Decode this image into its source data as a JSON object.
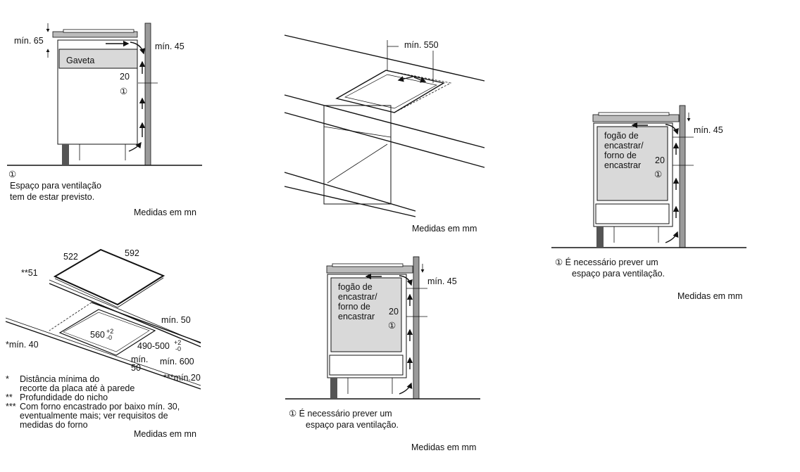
{
  "panel_drawer": {
    "min65": "mín. 65",
    "min45": "mín. 45",
    "drawer": "Gaveta",
    "gap": "20",
    "marker": "①",
    "note_marker": "①",
    "note_line1": "Espaço para ventilação",
    "note_line2": "tem de estar previsto.",
    "units": "Medidas em mn"
  },
  "panel_hob": {
    "depth": "522",
    "width": "592",
    "niche": "**51",
    "min50_back": "mín. 50",
    "cut_width": "560",
    "cut_width_tol_plus": "+2",
    "cut_width_tol_minus": "-0",
    "cut_depth": "490-500",
    "cut_depth_tol_plus": "+2",
    "cut_depth_tol_minus": "-0",
    "min40": "*mín. 40",
    "min50_side_1": "mín.",
    "min50_side_2": "50",
    "min600": "mín. 600",
    "min20": "***mín.20",
    "footnotes": [
      {
        "mark": "*",
        "text": "Distância mínima do"
      },
      {
        "mark": "",
        "text": "recorte da placa até à parede"
      },
      {
        "mark": "**",
        "text": "Profundidade do nicho"
      },
      {
        "mark": "***",
        "text": "Com forno encastrado por baixo mín. 30,"
      },
      {
        "mark": "",
        "text": "eventualmente mais; ver requisitos de"
      },
      {
        "mark": "",
        "text": "medidas do forno"
      }
    ],
    "units": "Medidas em mn"
  },
  "panel_iso": {
    "min550": "mín. 550",
    "units": "Medidas em mm"
  },
  "panel_oven_center": {
    "label": [
      "fogão de",
      "encastrar/",
      "forno de",
      "encastrar"
    ],
    "min45": "mín.  45",
    "gap": "20",
    "marker": "①",
    "note_line1": "① É necessário prever um",
    "note_line2": "espaço para ventilação.",
    "units": "Medidas em mm"
  },
  "panel_oven_right": {
    "label": [
      "fogão de",
      "encastrar/",
      "forno de",
      "encastrar"
    ],
    "min45": "mín.  45",
    "gap": "20",
    "marker": "①",
    "note_line1": "① É necessário prever um",
    "note_line2": "espaço para ventilação.",
    "units": "Medidas em mm"
  },
  "colors": {
    "appliance_fill": "#d9d9d9",
    "wall_fill": "#9a9a9a",
    "leg_fill": "#555555"
  }
}
